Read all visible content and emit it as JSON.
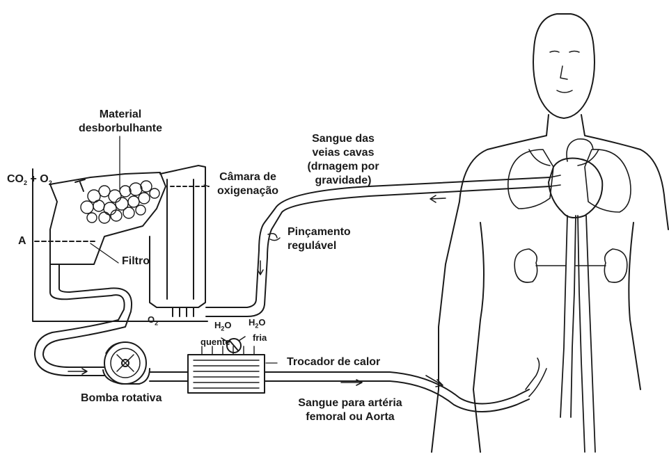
{
  "diagram": {
    "ink_color": "#1a1a1a",
    "background": "#ffffff",
    "labels": {
      "material_line1": "Material",
      "material_line2": "desborbulhante",
      "gas_co2": "CO",
      "gas_sub_2a": "2",
      "gas_plus": " + O",
      "gas_sub_2b": "2",
      "camara_line1": "Câmara de",
      "camara_line2": "oxigenação",
      "marker_a": "A",
      "filtro": "Filtro",
      "oxygen_o": "O",
      "oxygen_sub": "2",
      "sangue_veias_1": "Sangue das",
      "sangue_veias_2": "veias cavas",
      "sangue_veias_3": "(drnagem por",
      "sangue_veias_4": "gravidade)",
      "pincamento_1": "Pinçamento",
      "pincamento_2": "regulável",
      "h2o_hot_h": "H",
      "h2o_hot_sub": "2",
      "h2o_hot_o": "O",
      "quente": "quente",
      "h2o_cold_h": "H",
      "h2o_cold_sub": "2",
      "h2o_cold_o": "O",
      "fria": "fria",
      "trocador": "Trocador de calor",
      "bomba": "Bomba rotativa",
      "sangue_arteria_1": "Sangue para artéria",
      "sangue_arteria_2": "femoral ou Aorta"
    }
  }
}
